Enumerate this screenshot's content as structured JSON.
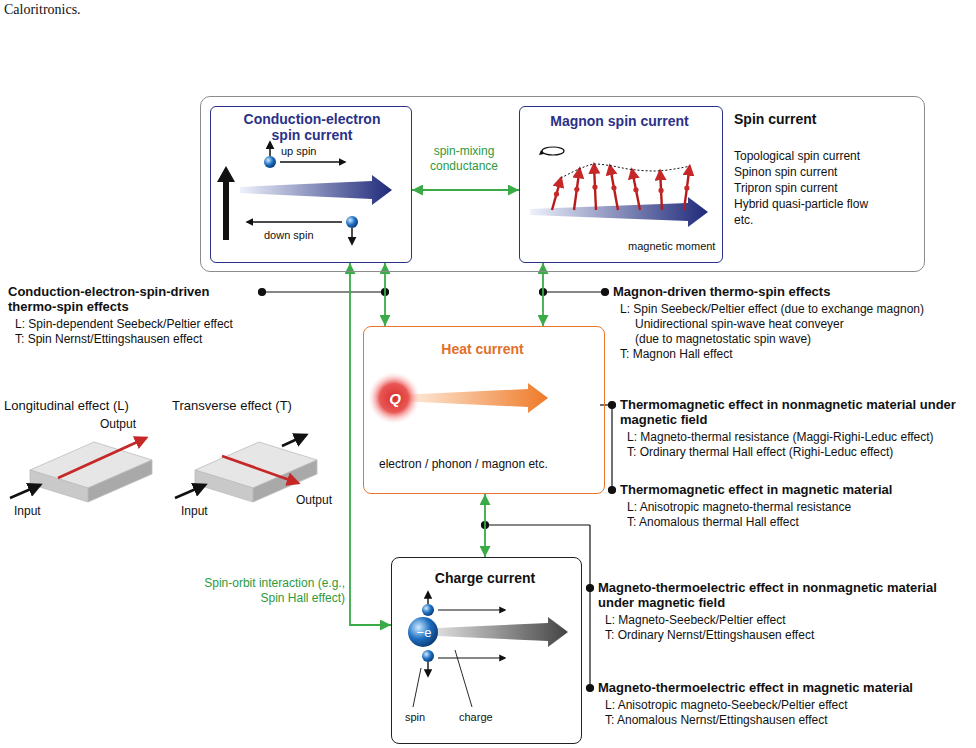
{
  "diagram": {
    "nodes": [
      {
        "text": [
          "Spin current",
          "Topological spin current",
          "Spinon spin current",
          "Tripron spin current",
          "Hybrid quasi-particle flow",
          "etc."
        ]
      },
      {
        "text": [
          "Conduction-electron spin current",
          "up spin",
          "down spin"
        ],
        "in": 0
      },
      {
        "text": [
          "Magnon spin current",
          "magnetic moment"
        ],
        "in": 0
      },
      {
        "text": [
          "Heat current",
          "Q",
          "electron / phonon / magnon etc."
        ]
      },
      {
        "text": [
          "Charge current",
          "−e",
          "spin",
          "charge"
        ]
      }
    ],
    "edges": [
      {
        "from": 1,
        "to": 2,
        "arrow": "both",
        "label": "spin-mixing conductance"
      },
      {
        "from": 1,
        "to": 3,
        "arrow": "both"
      },
      {
        "from": 2,
        "to": 3,
        "arrow": "both"
      },
      {
        "from": 3,
        "to": 4,
        "arrow": "both"
      },
      {
        "from": 1,
        "to": 4,
        "arrow": "both",
        "label": "Spin-orbit interaction (e.g., Spin Hall effect)"
      }
    ],
    "labels": [
      "Caloritronics.",
      "Conduction-electron-spin-driven thermo-spin effects",
      "L: Spin-dependent Seebeck/Peltier effect",
      "T: Spin Nernst/Ettingshausen effect",
      "Magnon-driven thermo-spin effects",
      "L: Spin Seebeck/Peltier effect (due to exchange magnon)",
      "Unidirectional spin-wave heat conveyer (due to magnetostatic spin wave)",
      "T: Magnon Hall effect",
      "Thermomagnetic effect in nonmagnetic material under magnetic field",
      "L: Magneto-thermal resistance (Maggi-Righi-Leduc effect)",
      "T: Ordinary thermal Hall effect (Righi-Leduc effect)",
      "Thermomagnetic effect in magnetic material",
      "L: Anisotropic magneto-thermal resistance",
      "T: Anomalous thermal Hall effect",
      "Magneto-thermoelectric effect in nonmagnetic material under magnetic field",
      "L: Magneto-Seebeck/Peltier effect",
      "T: Ordinary Nernst/Ettingshausen effect",
      "Magneto-thermoelectric effect in magnetic material",
      "L: Anisotropic magneto-Seebeck/Peltier effect",
      "T: Anomalous Nernst/Ettingshausen effect",
      "Longitudinal effect (L)",
      "Transverse effect (T)",
      "Output",
      "Input",
      "Output",
      "Input"
    ]
  }
}
